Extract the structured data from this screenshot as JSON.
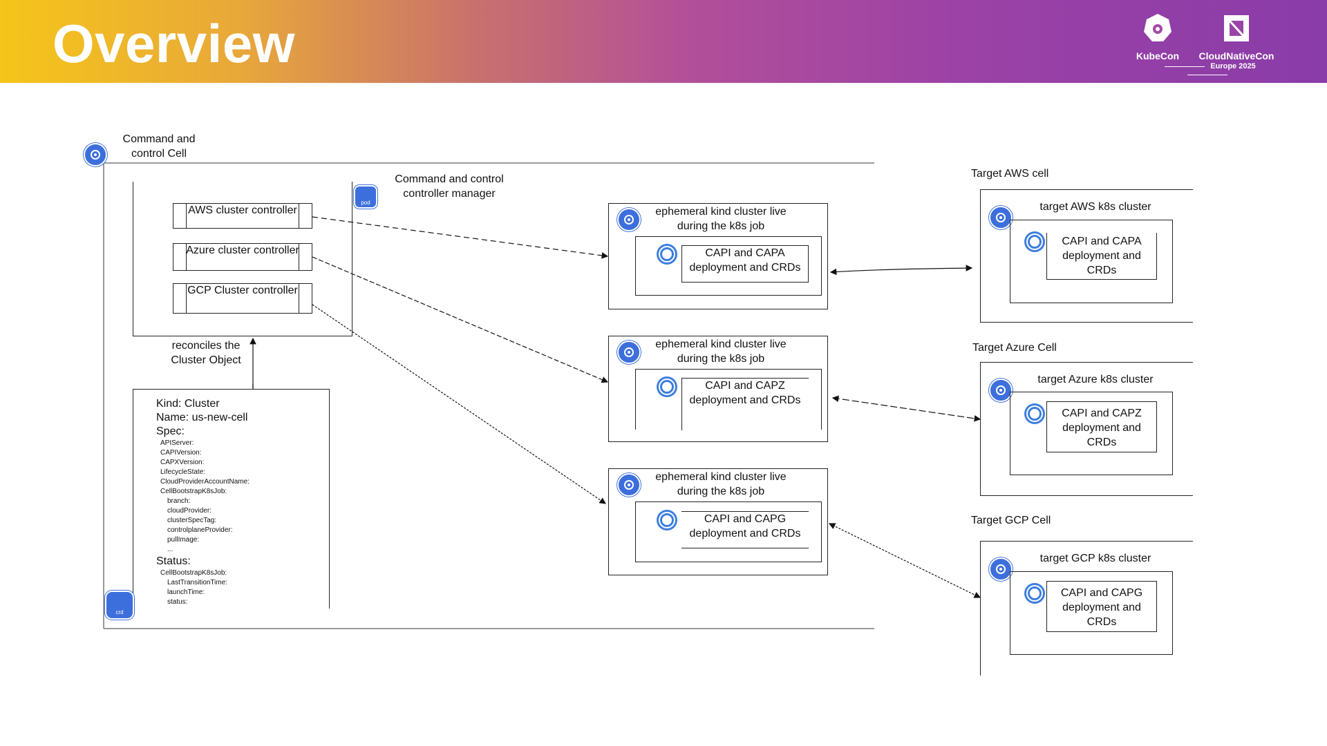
{
  "header": {
    "title": "Overview",
    "logos": {
      "kubecon": "KubeCon",
      "cloudnativecon": "CloudNativeCon",
      "event": "Europe 2025"
    },
    "gradient_colors": [
      "#f5c51a",
      "#c8706e",
      "#9c42a6",
      "#8a3ca8"
    ]
  },
  "command_cell": {
    "label": "Command and control Cell",
    "manager_label": "Command and control controller manager",
    "pod_icon_text": "pod",
    "controllers": [
      {
        "label": "AWS cluster controller"
      },
      {
        "label": "Azure cluster controller"
      },
      {
        "label": "GCP Cluster controller"
      }
    ],
    "reconcile_label": "reconciles the Cluster Object",
    "crd_icon_text": "crd",
    "cluster_object": {
      "kind": "Kind: Cluster",
      "name": "Name: us-new-cell",
      "spec_label": "Spec:",
      "spec_fields": [
        "APIServer:",
        "CAPIVersion:",
        "CAPXVersion:",
        "LifecycleState:",
        "CloudProviderAccountName:",
        "CellBootstrapK8sJob:"
      ],
      "job_fields": [
        "branch:",
        "cloudProvider:",
        "clusterSpecTag:",
        "controlplaneProvider:",
        "pullImage:",
        "..."
      ],
      "status_label": "Status:",
      "status_fields": [
        "CellBootstrapK8sJob:"
      ],
      "status_job_fields": [
        "LastTransitionTime:",
        "launchTime:",
        "status:"
      ]
    }
  },
  "ephemeral_clusters": [
    {
      "title": "ephemeral kind cluster live during the k8s job",
      "inner": "CAPI and CAPA deployment and CRDs"
    },
    {
      "title": "ephemeral kind cluster live during the k8s job",
      "inner": "CAPI and CAPZ deployment and CRDs"
    },
    {
      "title": "ephemeral kind cluster live during the k8s job",
      "inner": "CAPI and CAPG deployment and CRDs"
    }
  ],
  "target_cells": [
    {
      "cell_label": "Target AWS cell",
      "cluster_label": "target AWS k8s cluster",
      "inner": "CAPI and CAPA deployment and CRDs"
    },
    {
      "cell_label": "Target Azure Cell",
      "cluster_label": "target Azure k8s cluster",
      "inner": "CAPI and CAPZ deployment and CRDs"
    },
    {
      "cell_label": "Target GCP Cell",
      "cluster_label": "target GCP k8s cluster",
      "inner": "CAPI and CAPG deployment and CRDs"
    }
  ],
  "icon_names": [
    "kubernetes-icon",
    "capi-icon",
    "pod-icon",
    "crd-icon",
    "kubecon-logo",
    "cloudnativecon-logo"
  ]
}
